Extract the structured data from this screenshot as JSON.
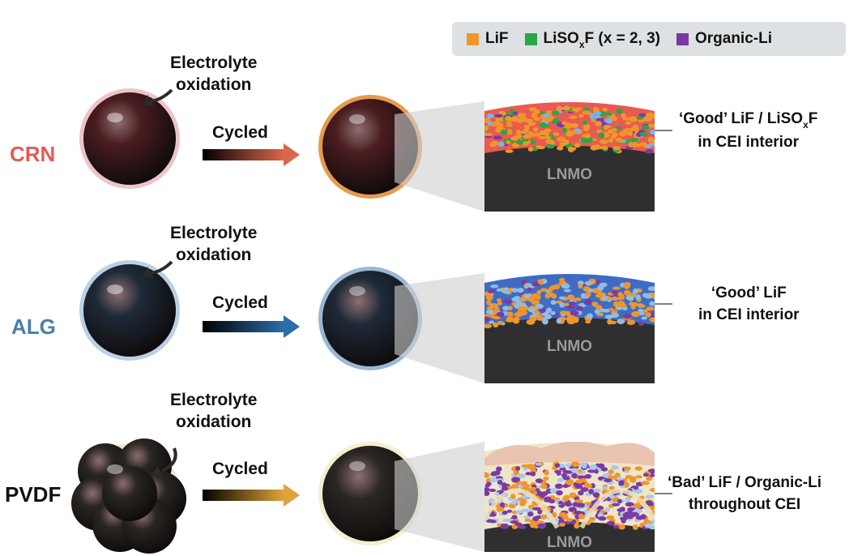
{
  "legend": {
    "items": [
      {
        "label": "LiF",
        "color": "#f0952b"
      },
      {
        "label_pre": "LiSO",
        "label_sub": "x",
        "label_post": "F (x = 2, 3)",
        "color": "#27a844"
      },
      {
        "label": "Organic-Li",
        "color": "#7a3aa6"
      }
    ]
  },
  "rows": [
    {
      "binder": "CRN",
      "binder_color": "#e45a56",
      "oxidation_line1": "Electrolyte",
      "oxidation_line2": "oxidation",
      "cycled": "Cycled",
      "arrow_color": "#d9674a",
      "particle_color": "#4a1c20",
      "shell_color": "#e8b5bb",
      "cycled_rim_color": "#e79a4e",
      "layer_top_color": "#e85a52",
      "core_label": "LNMO",
      "desc_line1": "‘Good’ LiF / LiSO",
      "desc_sub": "x",
      "desc_line1_post": "F",
      "desc_line2": "in CEI interior"
    },
    {
      "binder": "ALG",
      "binder_color": "#4b7fa8",
      "oxidation_line1": "Electrolyte",
      "oxidation_line2": "oxidation",
      "cycled": "Cycled",
      "arrow_color": "#2a6ea8",
      "particle_color": "#1e2a38",
      "shell_color": "#a9c5df",
      "cycled_rim_color": "#9ab8d6",
      "layer_top_color": "#3e6cc4",
      "core_label": "LNMO",
      "desc_line1": "‘Good’ LiF",
      "desc_line2": "in CEI interior"
    },
    {
      "binder": "PVDF",
      "binder_color": "#111111",
      "oxidation_line1": "Electrolyte",
      "oxidation_line2": "oxidation",
      "cycled": "Cycled",
      "arrow_color": "#e0a23a",
      "particle_color": "#2a2623",
      "shell_color": "#e3d3b6",
      "cycled_rim_color": "#efe2b0",
      "layer_top_color": "#e9c4b0",
      "core_label": "LNMO",
      "desc_line1": "‘Bad’ LiF / Organic-Li",
      "desc_line2": "throughout CEI"
    }
  ]
}
